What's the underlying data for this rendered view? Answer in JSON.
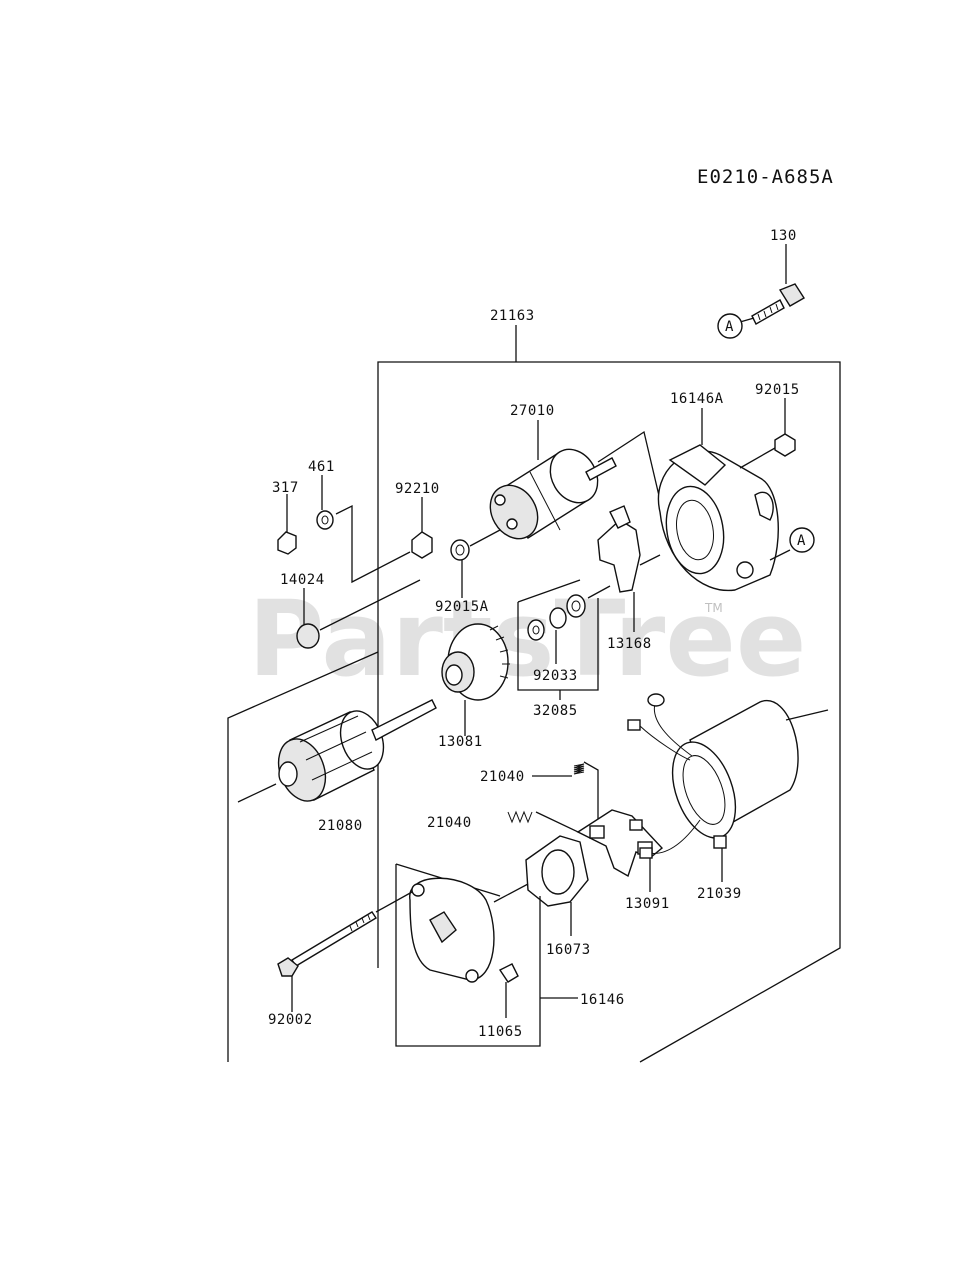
{
  "diagram_code": "E0210-A685A",
  "watermark": "PartsTree",
  "trademark": "TM",
  "ref_marker": "A",
  "labels": {
    "p130": "130",
    "p21163": "21163",
    "p27010": "27010",
    "p16146A": "16146A",
    "p92015": "92015",
    "p461": "461",
    "p317": "317",
    "p92210": "92210",
    "p14024": "14024",
    "p92015A": "92015A",
    "p13168": "13168",
    "p92033": "92033",
    "p13081": "13081",
    "p32085": "32085",
    "p21040a": "21040",
    "p21080": "21080",
    "p21040b": "21040",
    "p13091": "13091",
    "p21039": "21039",
    "p16073": "16073",
    "p16146": "16146",
    "p92002": "92002",
    "p11065": "11065"
  }
}
